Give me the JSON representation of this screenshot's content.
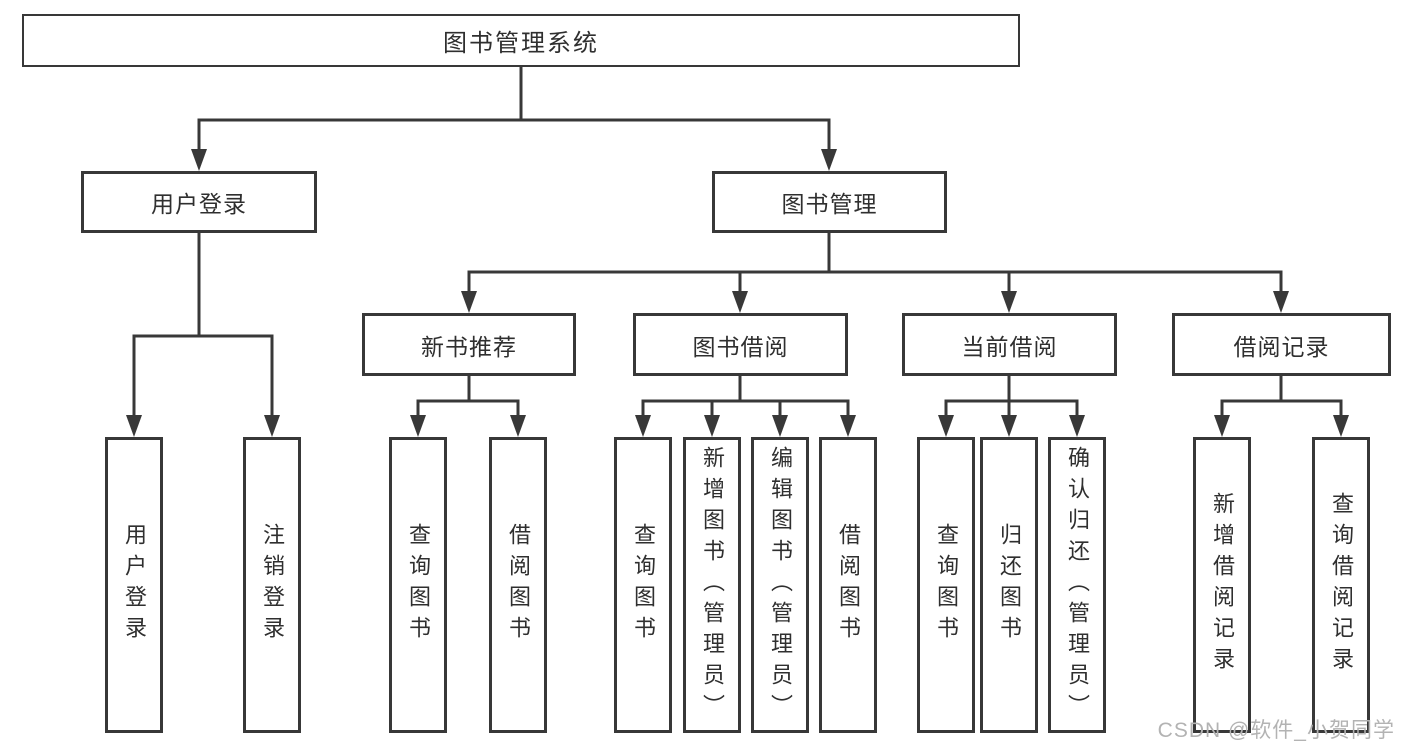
{
  "diagram": {
    "type": "tree",
    "root": {
      "label": "图书管理系统"
    },
    "branches": [
      {
        "label": "用户登录",
        "children": [
          {
            "label": "用户登录"
          },
          {
            "label": "注销登录"
          }
        ]
      },
      {
        "label": "图书管理",
        "children": [
          {
            "label": "新书推荐",
            "children": [
              {
                "label": "查询图书"
              },
              {
                "label": "借阅图书"
              }
            ]
          },
          {
            "label": "图书借阅",
            "children": [
              {
                "label": "查询图书"
              },
              {
                "label": "新增图书（管理员）"
              },
              {
                "label": "编辑图书（管理员）"
              },
              {
                "label": "借阅图书"
              }
            ]
          },
          {
            "label": "当前借阅",
            "children": [
              {
                "label": "查询图书"
              },
              {
                "label": "归还图书"
              },
              {
                "label": "确认归还（管理员）"
              }
            ]
          },
          {
            "label": "借阅记录",
            "children": [
              {
                "label": "新增借阅记录"
              },
              {
                "label": "查询借阅记录"
              }
            ]
          }
        ]
      }
    ]
  },
  "watermark": {
    "text": "CSDN @软件_小贺同学",
    "color": "#b3b3b3"
  },
  "colors": {
    "line": "#383838",
    "text": "#2f2f2f",
    "background": "#ffffff"
  }
}
